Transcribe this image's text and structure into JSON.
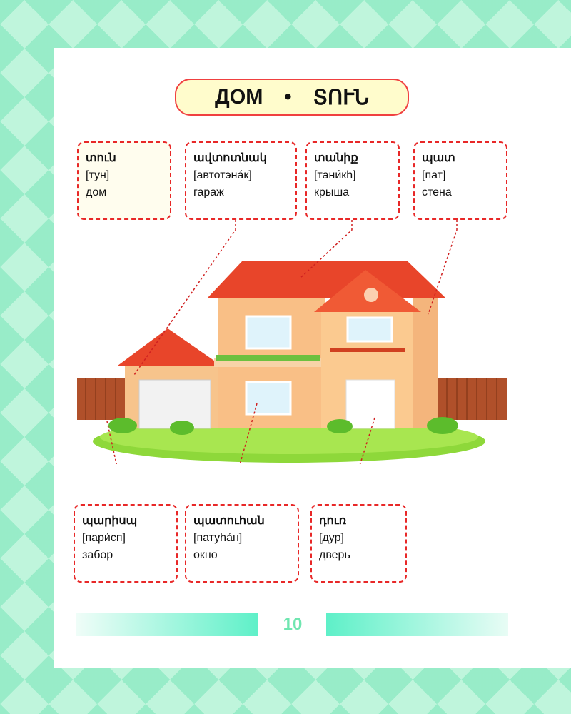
{
  "title": {
    "ru": "ДОМ",
    "separator": "•",
    "hy": "ՏՈՒՆ"
  },
  "cards": [
    {
      "word": "տուն",
      "transcription": "[тун]",
      "translation": "дом"
    },
    {
      "word": "ավտոտնակ",
      "transcription": "[автотэна́к]",
      "translation": "гараж"
    },
    {
      "word": "տանիք",
      "transcription": "[тани́кһ]",
      "translation": "крыша"
    },
    {
      "word": "պատ",
      "transcription": "[пат]",
      "translation": "стена"
    },
    {
      "word": "պարիսպ",
      "transcription": "[пари́сп]",
      "translation": "забор"
    },
    {
      "word": "պատուհան",
      "transcription": "[патуһа́н]",
      "translation": "окно"
    },
    {
      "word": "դուռ",
      "transcription": "[дур]",
      "translation": "дверь"
    }
  ],
  "page_number": "10"
}
